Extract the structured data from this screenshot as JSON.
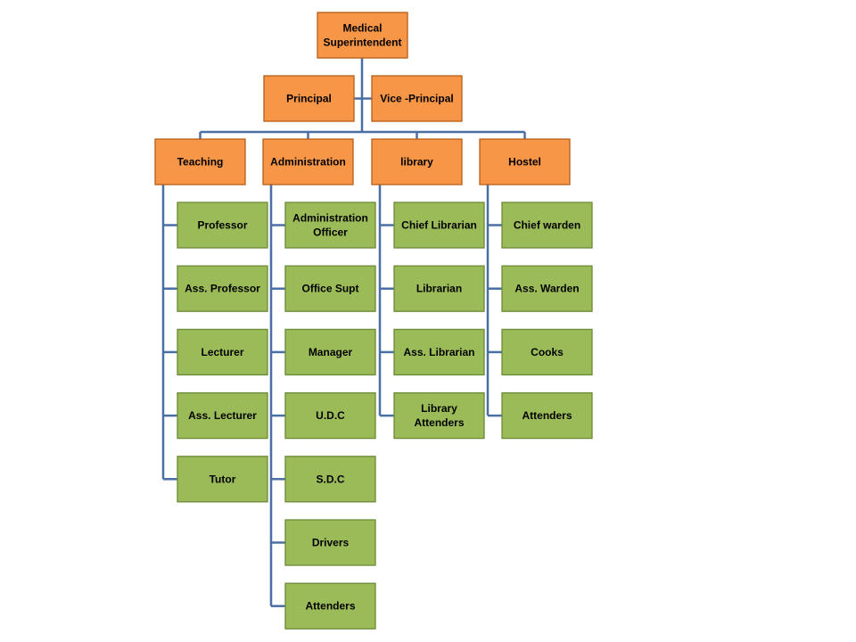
{
  "org_chart": {
    "top": {
      "label": "Medical Superintendent",
      "lines": [
        "Medical",
        "Superintendent"
      ]
    },
    "deputies": [
      {
        "label": "Principal",
        "lines": [
          "Principal"
        ]
      },
      {
        "label": "Vice -Principal",
        "lines": [
          "Vice -Principal"
        ]
      }
    ],
    "departments": [
      {
        "label": "Teaching",
        "lines": [
          "Teaching"
        ],
        "staff": [
          {
            "label": "Professor",
            "lines": [
              "Professor"
            ]
          },
          {
            "label": "Ass. Professor",
            "lines": [
              "Ass. Professor"
            ]
          },
          {
            "label": "Lecturer",
            "lines": [
              "Lecturer"
            ]
          },
          {
            "label": "Ass. Lecturer",
            "lines": [
              "Ass. Lecturer"
            ]
          },
          {
            "label": "Tutor",
            "lines": [
              "Tutor"
            ]
          }
        ]
      },
      {
        "label": "Administration",
        "lines": [
          "Administration"
        ],
        "staff": [
          {
            "label": "Administration Officer",
            "lines": [
              "Administration",
              "Officer"
            ]
          },
          {
            "label": "Office Supt",
            "lines": [
              "Office Supt"
            ]
          },
          {
            "label": "Manager",
            "lines": [
              "Manager"
            ]
          },
          {
            "label": "U.D.C",
            "lines": [
              "U.D.C"
            ]
          },
          {
            "label": "S.D.C",
            "lines": [
              "S.D.C"
            ]
          },
          {
            "label": "Drivers",
            "lines": [
              "Drivers"
            ]
          },
          {
            "label": "Attenders",
            "lines": [
              "Attenders"
            ]
          }
        ]
      },
      {
        "label": "library",
        "lines": [
          "library"
        ],
        "staff": [
          {
            "label": "Chief  Librarian",
            "lines": [
              "Chief  Librarian"
            ]
          },
          {
            "label": "Librarian",
            "lines": [
              "Librarian"
            ]
          },
          {
            "label": "Ass. Librarian",
            "lines": [
              "Ass. Librarian"
            ]
          },
          {
            "label": "Library Attenders",
            "lines": [
              "Library",
              "Attenders"
            ]
          }
        ]
      },
      {
        "label": "Hostel",
        "lines": [
          "Hostel"
        ],
        "staff": [
          {
            "label": "Chief warden",
            "lines": [
              "Chief warden"
            ]
          },
          {
            "label": "Ass. Warden",
            "lines": [
              "Ass. Warden"
            ]
          },
          {
            "label": "Cooks",
            "lines": [
              "Cooks"
            ]
          },
          {
            "label": "Attenders",
            "lines": [
              "Attenders"
            ]
          }
        ]
      }
    ]
  },
  "colors": {
    "head_fill": "#f79646",
    "staff_fill": "#9bbb59",
    "connector": "#4a6fa5"
  }
}
